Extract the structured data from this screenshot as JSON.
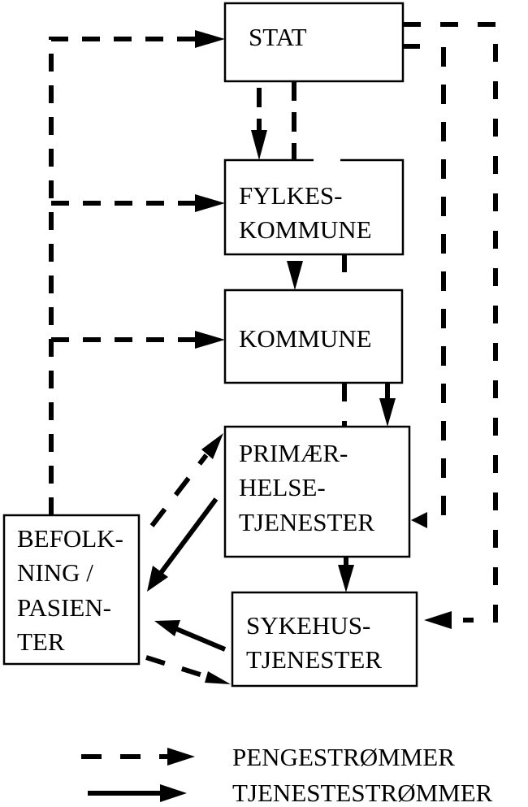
{
  "diagram": {
    "nodes": [
      {
        "id": "stat",
        "lines": [
          "STAT"
        ]
      },
      {
        "id": "fylkeskommune",
        "lines": [
          "FYLKES-",
          "KOMMUNE"
        ]
      },
      {
        "id": "kommune",
        "lines": [
          "KOMMUNE"
        ]
      },
      {
        "id": "primaerhelsetjenester",
        "lines": [
          "PRIMÆR-",
          "HELSE-",
          "TJENESTER"
        ]
      },
      {
        "id": "befolkning",
        "lines": [
          "BEFOLK-",
          "NING /",
          "PASIEN-",
          "TER"
        ]
      },
      {
        "id": "sykehustjenester",
        "lines": [
          "SYKEHUS-",
          "TJENESTER"
        ]
      }
    ],
    "edges": [
      {
        "from": "befolkning",
        "to": "stat",
        "type": "money"
      },
      {
        "from": "befolkning",
        "to": "fylkeskommune",
        "type": "money"
      },
      {
        "from": "befolkning",
        "to": "kommune",
        "type": "money"
      },
      {
        "from": "stat",
        "to": "fylkeskommune",
        "type": "money"
      },
      {
        "from": "stat",
        "to": "kommune",
        "type": "money"
      },
      {
        "from": "fylkeskommune",
        "to": "kommune",
        "type": "service"
      },
      {
        "from": "fylkeskommune",
        "to": "primaerhelsetjenester",
        "type": "money"
      },
      {
        "from": "kommune",
        "to": "primaerhelsetjenester",
        "type": "service"
      },
      {
        "from": "stat",
        "to": "primaerhelsetjenester",
        "type": "money"
      },
      {
        "from": "stat",
        "to": "sykehustjenester",
        "type": "money"
      },
      {
        "from": "primaerhelsetjenester",
        "to": "sykehustjenester",
        "type": "service"
      },
      {
        "from": "befolkning",
        "to": "primaerhelsetjenester",
        "type": "money"
      },
      {
        "from": "primaerhelsetjenester",
        "to": "befolkning",
        "type": "service"
      },
      {
        "from": "sykehustjenester",
        "to": "befolkning",
        "type": "service"
      },
      {
        "from": "befolkning",
        "to": "sykehustjenester",
        "type": "money"
      }
    ]
  },
  "legend": {
    "money_label": "PENGESTRØMMER",
    "service_label": "TJENESTESTRØMMER"
  },
  "colors": {
    "ink": "#000000",
    "background": "#ffffff"
  }
}
